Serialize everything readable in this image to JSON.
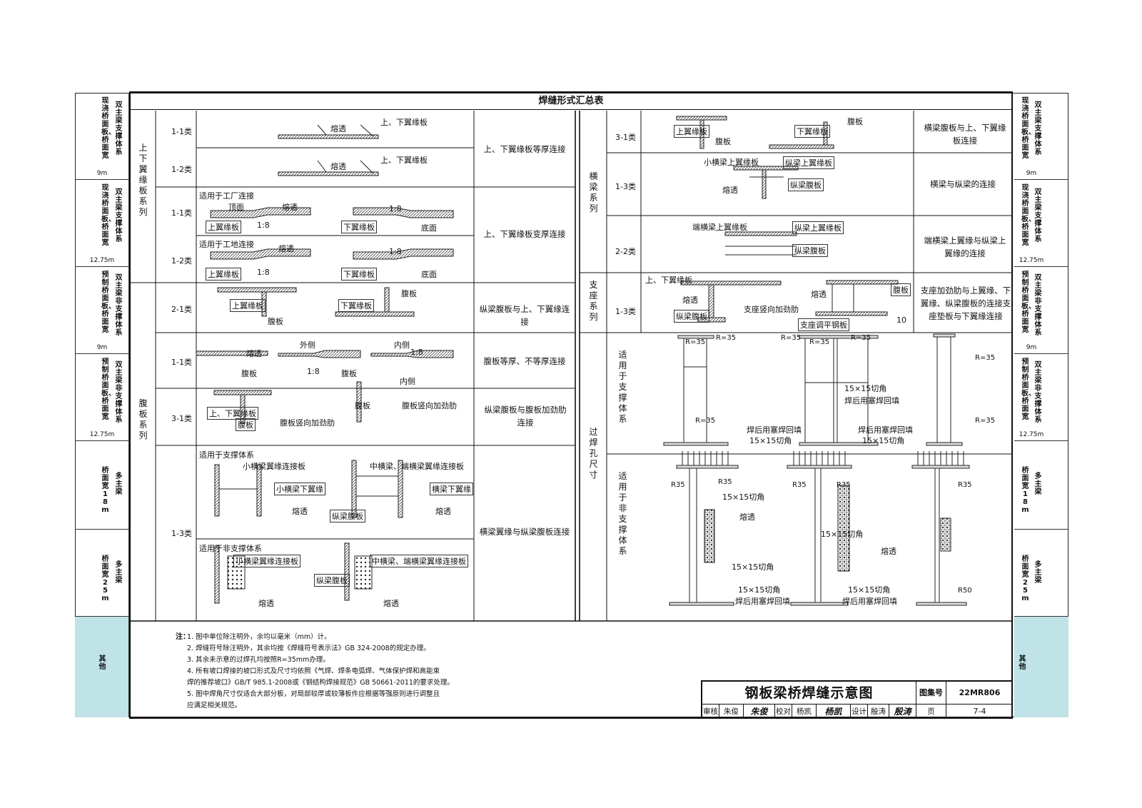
{
  "table_title": "焊缝形式汇总表",
  "left_sidebar": [
    {
      "title": "现浇桥面板、桥面宽",
      "sub": "双主梁支撑体系",
      "width": "9m"
    },
    {
      "title": "现浇桥面板、桥面宽",
      "sub": "双主梁支撑体系",
      "width": "12.75m"
    },
    {
      "title": "预制桥面板、桥面宽",
      "sub": "双主梁非支撑体系",
      "width": "9m"
    },
    {
      "title": "预制桥面板、桥面宽",
      "sub": "双主梁非支撑体系",
      "width": "12.75m"
    },
    {
      "title": "桥面宽18m",
      "sub": "多主梁",
      "width": ""
    },
    {
      "title": "桥面宽25m",
      "sub": "多主梁",
      "width": ""
    },
    {
      "title": "其他",
      "sub": "",
      "width": ""
    }
  ],
  "left_table": {
    "series": [
      {
        "name": "上下翼缘板系列"
      },
      {
        "name": "腹板系列"
      }
    ],
    "rows": [
      {
        "type": "1-1类",
        "desc": "上、下翼缘板等厚连接",
        "labels": [
          "熔透",
          "上、下翼缘板"
        ]
      },
      {
        "type": "1-2类",
        "desc": "",
        "labels": [
          "熔透",
          "上、下翼缘板"
        ]
      },
      {
        "type": "1-1类",
        "desc": "上、下翼缘板变厚连接",
        "labels": [
          "适用于工厂连接",
          "顶面",
          "熔透",
          "1:8",
          "上翼缘板",
          "1:8",
          "下翼缘板",
          "底面"
        ]
      },
      {
        "type": "1-2类",
        "desc": "",
        "labels": [
          "适用于工地连接",
          "熔透",
          "1:8",
          "上翼缘板",
          "1:8",
          "下翼缘板",
          "底面"
        ]
      },
      {
        "type": "2-1类",
        "desc": "纵梁腹板与上、下翼缘连接",
        "labels": [
          "上翼缘板",
          "腹板",
          "下翼缘板",
          "腹板"
        ]
      },
      {
        "type": "1-1类",
        "desc": "腹板等厚、不等厚连接",
        "labels": [
          "熔透",
          "腹板",
          "外侧",
          "1:8",
          "腹板",
          "内侧",
          "1:8",
          "内侧"
        ]
      },
      {
        "type": "3-1类",
        "desc": "纵梁腹板与腹板加劲肋连接",
        "labels": [
          "上、下翼缘板",
          "腹板",
          "腹板竖向加劲肋",
          "腹板",
          "腹板竖向加劲肋"
        ]
      },
      {
        "type": "1-3类",
        "desc": "横梁翼缘与纵梁腹板连接",
        "labels": [
          "适用于支撑体系",
          "小横梁翼缘连接板",
          "小横梁下翼缘",
          "熔透",
          "中横梁、端横梁翼缘连接板",
          "横梁下翼缘",
          "纵梁腹板",
          "熔透",
          "适用于非支撑体系",
          "小横梁翼缘连接板",
          "熔透",
          "中横梁、端横梁翼缘连接板",
          "纵梁腹板",
          "熔透"
        ]
      }
    ]
  },
  "right_table": {
    "series": [
      {
        "name": "横梁系列"
      },
      {
        "name": "支座系列"
      },
      {
        "name": "过焊孔尺寸"
      }
    ],
    "rows": [
      {
        "type": "3-1类",
        "desc": "横梁腹板与上、下翼缘板连接",
        "labels": [
          "上翼缘板",
          "腹板",
          "下翼缘板",
          "腹板"
        ]
      },
      {
        "type": "1-3类",
        "desc": "横梁与纵梁的连接",
        "labels": [
          "小横梁上翼缘板",
          "纵梁上翼缘板",
          "熔透",
          "纵梁腹板"
        ]
      },
      {
        "type": "2-2类",
        "desc": "端横梁上翼缘与纵梁上翼缘的连接",
        "labels": [
          "端横梁上翼缘板",
          "纵梁上翼缘板",
          "纵梁腹板"
        ]
      },
      {
        "type": "1-3类",
        "desc": "支座加劲肋与上翼缘、下翼缘、纵梁腹板的连接支座垫板与下翼缘连接",
        "labels": [
          "上、下翼缘板",
          "熔透",
          "纵梁腹板",
          "支座竖向加劲肋",
          "熔透",
          "腹板",
          "支座调平钢板",
          "10"
        ]
      }
    ],
    "weld_hole": {
      "support": {
        "label": "适用于支撑体系",
        "texts": [
          "R=35",
          "R=35",
          "R=35",
          "R=35",
          "R=35",
          "R=35",
          "15×15切角",
          "焊后用塞焊回填",
          "焊后用塞焊回填",
          "15×15切角",
          "焊后用塞焊回填",
          "15×15切角",
          "R=35",
          "R=35"
        ]
      },
      "nonsupport": {
        "label": "适用于非支撑体系",
        "texts": [
          "R35",
          "R35",
          "15×15切角",
          "熔透",
          "R35",
          "R35",
          "15×15切角",
          "熔透",
          "15×15切角",
          "15×15切角",
          "焊后用塞焊回填",
          "15×15切角",
          "焊后用塞焊回填",
          "R35",
          "R50"
        ]
      }
    }
  },
  "notes": {
    "label": "注：",
    "items": [
      "1. 图中单位除注明外，余均以毫米（mm）计。",
      "2. 焊缝符号除注明外，其余均按《焊缝符号表示法》GB 324-2008的规定办理。",
      "3. 其余未示意的过焊孔均按照R=35mm办理。",
      "4. 所有坡口焊接的坡口形式及尺寸均依照《气焊、焊条电弧焊、气体保护焊和高能束",
      "    焊的推荐坡口》GB/T 985.1-2008或《钢结构焊接规范》GB 50661-2011的要求处理。",
      "5. 图中焊角尺寸仅适合大部分板，对局部较厚或较薄板件应根据等强原则进行调整且",
      "    应满足相关规范。"
    ]
  },
  "title_block": {
    "drawing_title": "钢板梁桥焊缝示意图",
    "atlas_label": "图集号",
    "atlas_no": "22MR806",
    "review_label": "审核",
    "reviewer": "朱俊",
    "reviewer_sign": "朱俊",
    "check_label": "校对",
    "checker": "杨凯",
    "checker_sign": "杨凯",
    "design_label": "设计",
    "designer": "殷涛",
    "designer_sign": "殷涛",
    "page_label": "页",
    "page_no": "7-4"
  }
}
